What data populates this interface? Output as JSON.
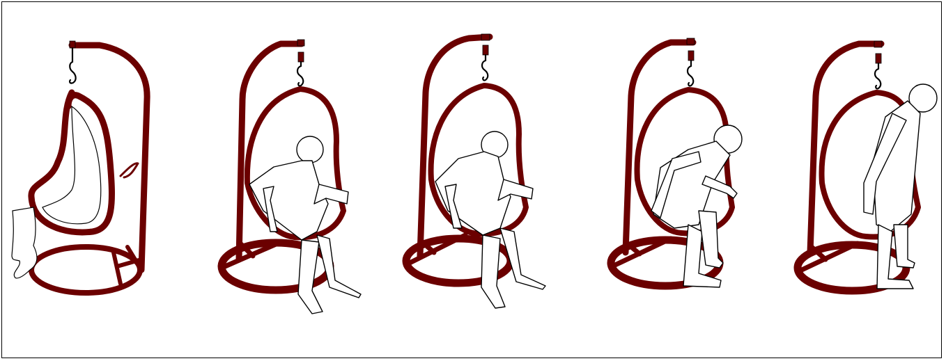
{
  "figure": {
    "colors": {
      "frame": "#6b0000",
      "outline": "#000000",
      "figure_fill": "#ffffff",
      "background": "#ffffff"
    },
    "panels": [
      {
        "id": "panel-1",
        "pose": "empty-chair-with-cushion"
      },
      {
        "id": "panel-2",
        "pose": "seated"
      },
      {
        "id": "panel-3",
        "pose": "seated-leaning-forward"
      },
      {
        "id": "panel-4",
        "pose": "rising"
      },
      {
        "id": "panel-5",
        "pose": "standing"
      }
    ]
  }
}
